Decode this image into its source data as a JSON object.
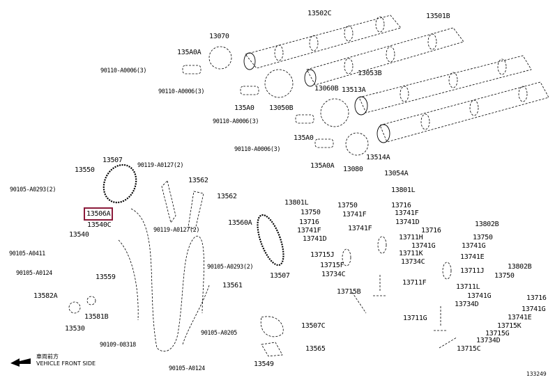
{
  "diagram": {
    "type": "exploded-parts-diagram",
    "subject": "Camshaft & Valve / Timing Chain",
    "highlighted_part": "13506A",
    "direction_label": {
      "jp": "車両前方",
      "en": "VEHICLE FRONT SIDE"
    },
    "illustration_code": "133249"
  },
  "labels": [
    {
      "id": "13502C",
      "text": "13502C"
    },
    {
      "id": "13501B",
      "text": "13501B"
    },
    {
      "id": "13070",
      "text": "13070"
    },
    {
      "id": "135A0A-top",
      "text": "135A0A"
    },
    {
      "id": "90110-A0006-1",
      "text": "90110-A0006(3)"
    },
    {
      "id": "90110-A0006-2",
      "text": "90110-A0006(3)"
    },
    {
      "id": "135A0-1",
      "text": "135A0"
    },
    {
      "id": "13050B",
      "text": "13050B"
    },
    {
      "id": "13053B",
      "text": "13053B"
    },
    {
      "id": "13060B",
      "text": "13060B"
    },
    {
      "id": "13513A",
      "text": "13513A"
    },
    {
      "id": "90110-A0006-3",
      "text": "90110-A0006(3)"
    },
    {
      "id": "135A0-2",
      "text": "135A0"
    },
    {
      "id": "90110-A0006-4",
      "text": "90110-A0006(3)"
    },
    {
      "id": "135A0A-bottom",
      "text": "135A0A"
    },
    {
      "id": "13080",
      "text": "13080"
    },
    {
      "id": "13514A",
      "text": "13514A"
    },
    {
      "id": "13054A",
      "text": "13054A"
    },
    {
      "id": "13507-top",
      "text": "13507"
    },
    {
      "id": "13550",
      "text": "13550"
    },
    {
      "id": "90119-A0127-top",
      "text": "90119-A0127(2)"
    },
    {
      "id": "13562-a",
      "text": "13562"
    },
    {
      "id": "90105-A0293-left",
      "text": "90105-A0293(2)"
    },
    {
      "id": "13562-b",
      "text": "13562"
    },
    {
      "id": "13506A",
      "text": "13506A"
    },
    {
      "id": "13540C",
      "text": "13540C"
    },
    {
      "id": "90119-A0127-bottom",
      "text": "90119-A0127(2)"
    },
    {
      "id": "13540",
      "text": "13540"
    },
    {
      "id": "13560A",
      "text": "13560A"
    },
    {
      "id": "90105-A0411",
      "text": "90105-A0411"
    },
    {
      "id": "90105-A0293-right",
      "text": "90105-A0293(2)"
    },
    {
      "id": "90105-A0124-left",
      "text": "90105-A0124"
    },
    {
      "id": "13507-right",
      "text": "13507"
    },
    {
      "id": "13559",
      "text": "13559"
    },
    {
      "id": "13561",
      "text": "13561"
    },
    {
      "id": "13582A",
      "text": "13582A"
    },
    {
      "id": "13581B",
      "text": "13581B"
    },
    {
      "id": "13530",
      "text": "13530"
    },
    {
      "id": "90105-A0205",
      "text": "90105-A0205"
    },
    {
      "id": "90109-08318",
      "text": "90109-08318"
    },
    {
      "id": "13507C",
      "text": "13507C"
    },
    {
      "id": "13565",
      "text": "13565"
    },
    {
      "id": "90105-A0124-bottom",
      "text": "90105-A0124"
    },
    {
      "id": "13549",
      "text": "13549"
    },
    {
      "id": "13801L-a",
      "text": "13801L"
    },
    {
      "id": "13801L-b",
      "text": "13801L"
    },
    {
      "id": "13750-a",
      "text": "13750"
    },
    {
      "id": "13716-a",
      "text": "13716"
    },
    {
      "id": "13750-b",
      "text": "13750"
    },
    {
      "id": "13741F-a",
      "text": "13741F"
    },
    {
      "id": "13741F-b",
      "text": "13741F"
    },
    {
      "id": "13716-b",
      "text": "13716"
    },
    {
      "id": "13741D-a",
      "text": "13741D"
    },
    {
      "id": "13741F-c",
      "text": "13741F"
    },
    {
      "id": "13741F-d",
      "text": "13741F"
    },
    {
      "id": "13741D-b",
      "text": "13741D"
    },
    {
      "id": "13711H",
      "text": "13711H"
    },
    {
      "id": "13715J",
      "text": "13715J"
    },
    {
      "id": "13711K",
      "text": "13711K"
    },
    {
      "id": "13715F",
      "text": "13715F"
    },
    {
      "id": "13734C-a",
      "text": "13734C"
    },
    {
      "id": "13734C-b",
      "text": "13734C"
    },
    {
      "id": "13711F",
      "text": "13711F"
    },
    {
      "id": "13715B",
      "text": "13715B"
    },
    {
      "id": "13802B-a",
      "text": "13802B"
    },
    {
      "id": "13716-c",
      "text": "13716"
    },
    {
      "id": "13750-c",
      "text": "13750"
    },
    {
      "id": "13741G-a",
      "text": "13741G"
    },
    {
      "id": "13741G-b",
      "text": "13741G"
    },
    {
      "id": "13741E-a",
      "text": "13741E"
    },
    {
      "id": "13711J",
      "text": "13711J"
    },
    {
      "id": "13802B-b",
      "text": "13802B"
    },
    {
      "id": "13750-d",
      "text": "13750"
    },
    {
      "id": "13711L",
      "text": "13711L"
    },
    {
      "id": "13716-d",
      "text": "13716"
    },
    {
      "id": "13741G-c",
      "text": "13741G"
    },
    {
      "id": "13734D-a",
      "text": "13734D"
    },
    {
      "id": "13741G-d",
      "text": "13741G"
    },
    {
      "id": "13711G",
      "text": "13711G"
    },
    {
      "id": "13741E-b",
      "text": "13741E"
    },
    {
      "id": "13715K",
      "text": "13715K"
    },
    {
      "id": "13715G",
      "text": "13715G"
    },
    {
      "id": "13734D-b",
      "text": "13734D"
    },
    {
      "id": "13715C",
      "text": "13715C"
    }
  ]
}
